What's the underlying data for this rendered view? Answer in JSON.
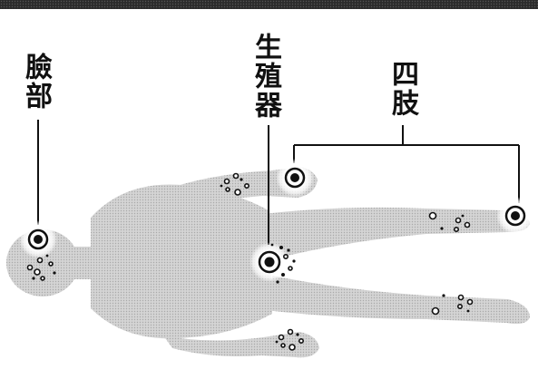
{
  "labels": {
    "face": "臉部",
    "genital": "生殖器",
    "limbs": "四肢"
  },
  "colors": {
    "body": "#c9c9c9",
    "ink": "#111111",
    "frame": "#1a1a1a"
  }
}
